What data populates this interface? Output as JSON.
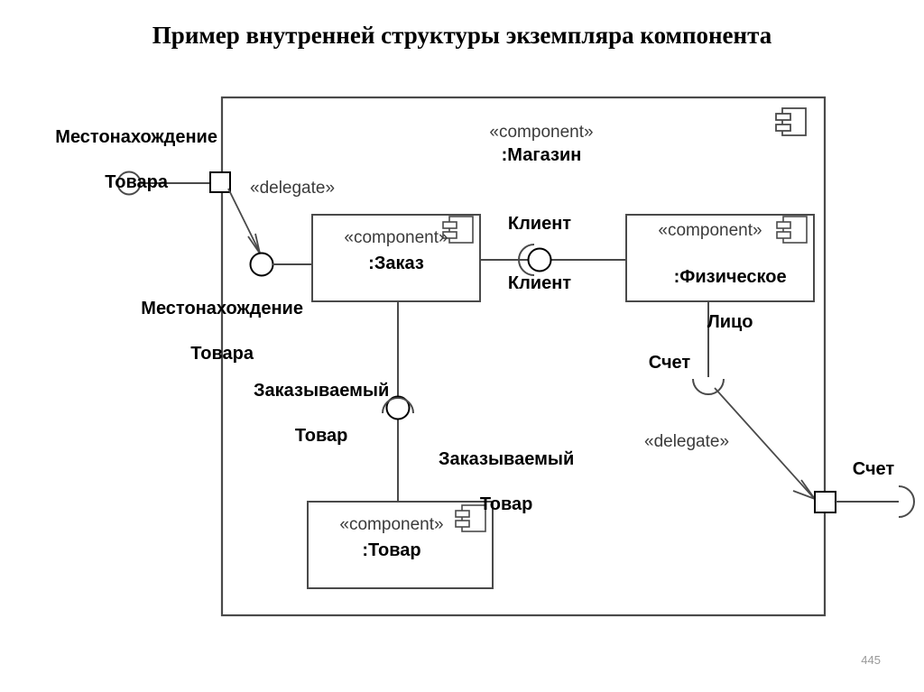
{
  "slide": {
    "title": "Пример внутренней структуры экземпляра компонента",
    "page_number": "445",
    "background_color": "#ffffff",
    "line_color": "#4a4a4a",
    "text_color": "#000000"
  },
  "outer_component": {
    "stereotype": "«component»",
    "name": ":Магазин",
    "icon": "component-icon"
  },
  "components": [
    {
      "id": "zakaz",
      "stereotype": "«component»",
      "name": ":Заказ",
      "icon": "component-icon"
    },
    {
      "id": "fizlico",
      "stereotype": "«component»",
      "name": ":Физическое\nЛицо",
      "name_line1": ":Физическое",
      "name_line2": "Лицо",
      "icon": "component-icon"
    },
    {
      "id": "tovar",
      "stereotype": "«component»",
      "name": ":Товар",
      "icon": "component-icon"
    }
  ],
  "interface_labels": {
    "external_location_line1": "Местонахождение",
    "external_location_line2": "Товара",
    "internal_location_line1": "Местонахождение",
    "internal_location_line2": "Товара",
    "client_top": "Клиент",
    "client_bottom": "Клиент",
    "ordered_goods_top_line1": "Заказываемый",
    "ordered_goods_top_line2": "Товар",
    "ordered_goods_bottom_line1": "Заказываемый",
    "ordered_goods_bottom_line2": "Товар",
    "account_inner": "Счет",
    "account_outer": "Счет"
  },
  "connectors": {
    "delegate_top": "«delegate»",
    "delegate_bottom": "«delegate»"
  }
}
